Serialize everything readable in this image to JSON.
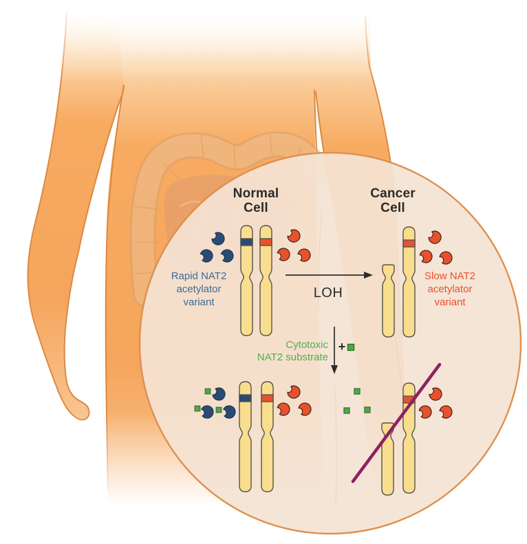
{
  "labels": {
    "normal_cell": {
      "line1": "Normal",
      "line2": "Cell"
    },
    "cancer_cell": {
      "line1": "Cancer",
      "line2": "Cell"
    },
    "rapid_variant": {
      "line1": "Rapid NAT2",
      "line2": "acetylator",
      "line3": "variant"
    },
    "slow_variant": {
      "line1": "Slow NAT2",
      "line2": "acetylator",
      "line3": "variant"
    },
    "loh": "LOH",
    "substrate": {
      "line1": "Cytotoxic",
      "line2": "NAT2 substrate"
    },
    "plus": "+"
  },
  "colors": {
    "body_orange": "#f6a95e",
    "body_outline": "#db8943",
    "colon_tube": "#ecbe92",
    "colon_outline": "#d9a06c",
    "intestine": "#e09a6f",
    "cell_circle_fill": "#f4e3d3",
    "cell_circle_border": "#de9050",
    "chromosome_yellow": "#f8de8e",
    "chromosome_outline": "#55534b",
    "rapid_nat2_blue": "#2b4b73",
    "rapid_nat2_blue_outline": "#1d3352",
    "slow_nat2_red": "#e9512d",
    "slow_nat2_red_outline": "#35241b",
    "substrate_green": "#54a747",
    "substrate_green_outline": "#2d6e2d",
    "lethal_line_purple": "#8f2063",
    "arrow_black": "#2e2d2b"
  }
}
